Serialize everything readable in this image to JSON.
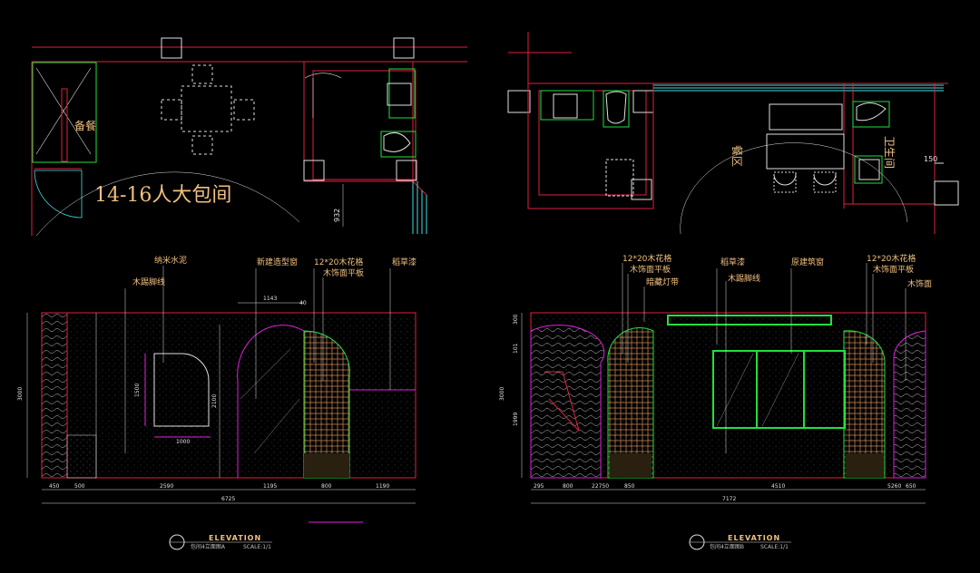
{
  "colors": {
    "background": "#000000",
    "wall": "#e02040",
    "furniture": "#e0e0e0",
    "green": "#20e040",
    "magenta": "#e020e0",
    "label": "#f0c080",
    "cyan": "#40e0e0",
    "wood": "#f0a060"
  },
  "plan_left": {
    "room_label": "14-16人大包间",
    "side_label": "备餐",
    "dimension": "932"
  },
  "plan_right": {
    "side_label_1": "餐区",
    "side_label_2": "卫生间",
    "dimension": "150"
  },
  "elevation_a": {
    "callouts": [
      "纳米水泥",
      "木踢脚线",
      "新建造型窗",
      "12*20木花格",
      "木饰面平板",
      "稻草漆"
    ],
    "top_dim": "1143",
    "top_dim_small": "40",
    "height_dim": "3000",
    "door_height": "2100",
    "niche_height": "1500",
    "niche_width": "1000",
    "bottom_dims": [
      "450",
      "500",
      "2590",
      "1195",
      "800",
      "1190"
    ],
    "total": "6725",
    "title": "ELEVATION",
    "subtitle": "包间4立面图A",
    "scale": "SCALE:1/1"
  },
  "elevation_b": {
    "callouts": [
      "12*20木花格",
      "木饰面平板",
      "暗藏灯带",
      "稻草漆",
      "木踢脚线",
      "原建筑窗",
      "12*20木花格",
      "木饰面平板",
      "木饰面"
    ],
    "left_dims": [
      "300",
      "101",
      "1999",
      "3000"
    ],
    "bottom_dims": [
      "295",
      "800",
      "22750",
      "850",
      "4510",
      "5260",
      "650"
    ],
    "total": "7172",
    "title": "ELEVATION",
    "subtitle": "包间4立面图B",
    "scale": "SCALE:1/1"
  }
}
